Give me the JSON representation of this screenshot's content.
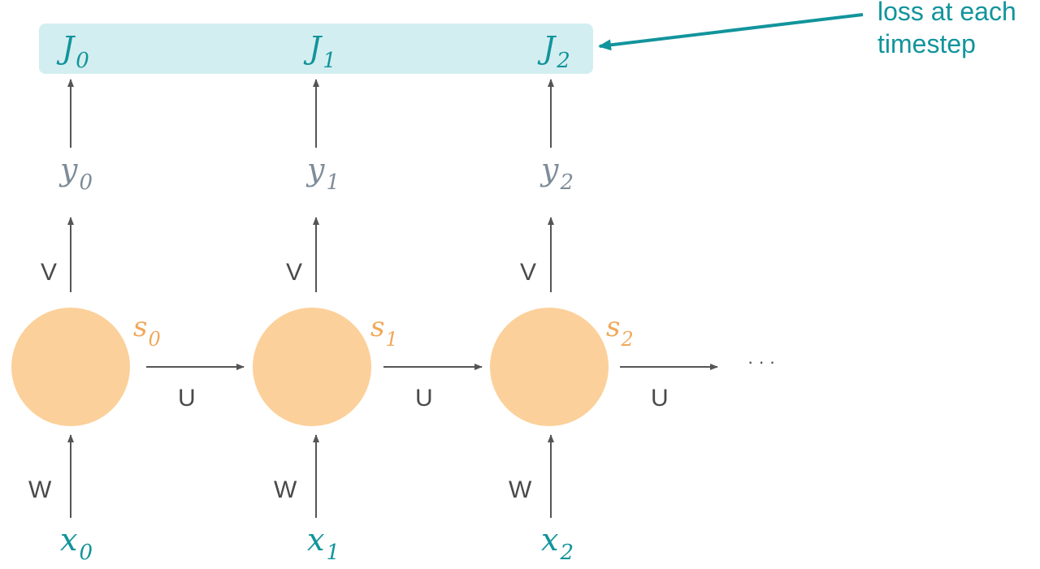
{
  "loss_labels": [
    {
      "sym": "J",
      "sub": "0"
    },
    {
      "sym": "J",
      "sub": "1"
    },
    {
      "sym": "J",
      "sub": "2"
    }
  ],
  "output_labels": [
    {
      "sym": "y",
      "sub": "0"
    },
    {
      "sym": "y",
      "sub": "1"
    },
    {
      "sym": "y",
      "sub": "2"
    }
  ],
  "state_labels": [
    {
      "sym": "s",
      "sub": "0"
    },
    {
      "sym": "s",
      "sub": "1"
    },
    {
      "sym": "s",
      "sub": "2"
    }
  ],
  "input_labels": [
    {
      "sym": "x",
      "sub": "0"
    },
    {
      "sym": "x",
      "sub": "1"
    },
    {
      "sym": "x",
      "sub": "2"
    }
  ],
  "weights": {
    "output": "V",
    "recurrent": "U",
    "input": "W"
  },
  "ellipsis": "· · ·",
  "annotation": {
    "line1": "loss at each",
    "line2": "timestep"
  },
  "colors": {
    "teal": "#12949c",
    "loss_box": "#d3eef0",
    "node": "#fcd09a",
    "arrow": "#555555"
  }
}
